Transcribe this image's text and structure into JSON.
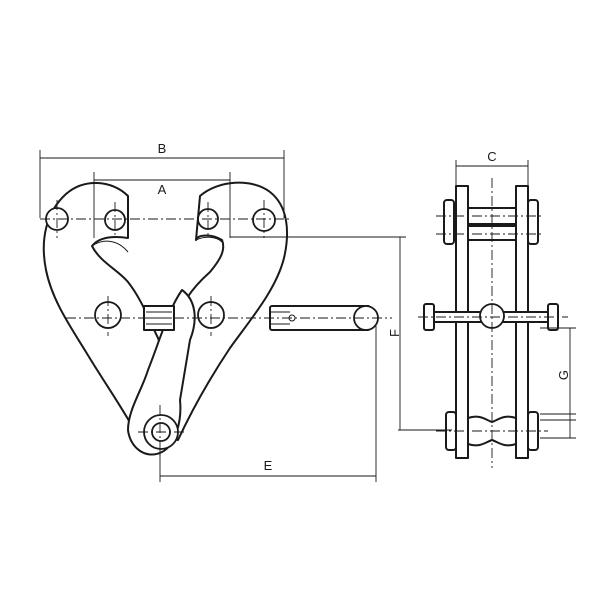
{
  "labels": {
    "a": "A",
    "b": "B",
    "c": "C",
    "e": "E",
    "f": "F",
    "g": "G"
  }
}
